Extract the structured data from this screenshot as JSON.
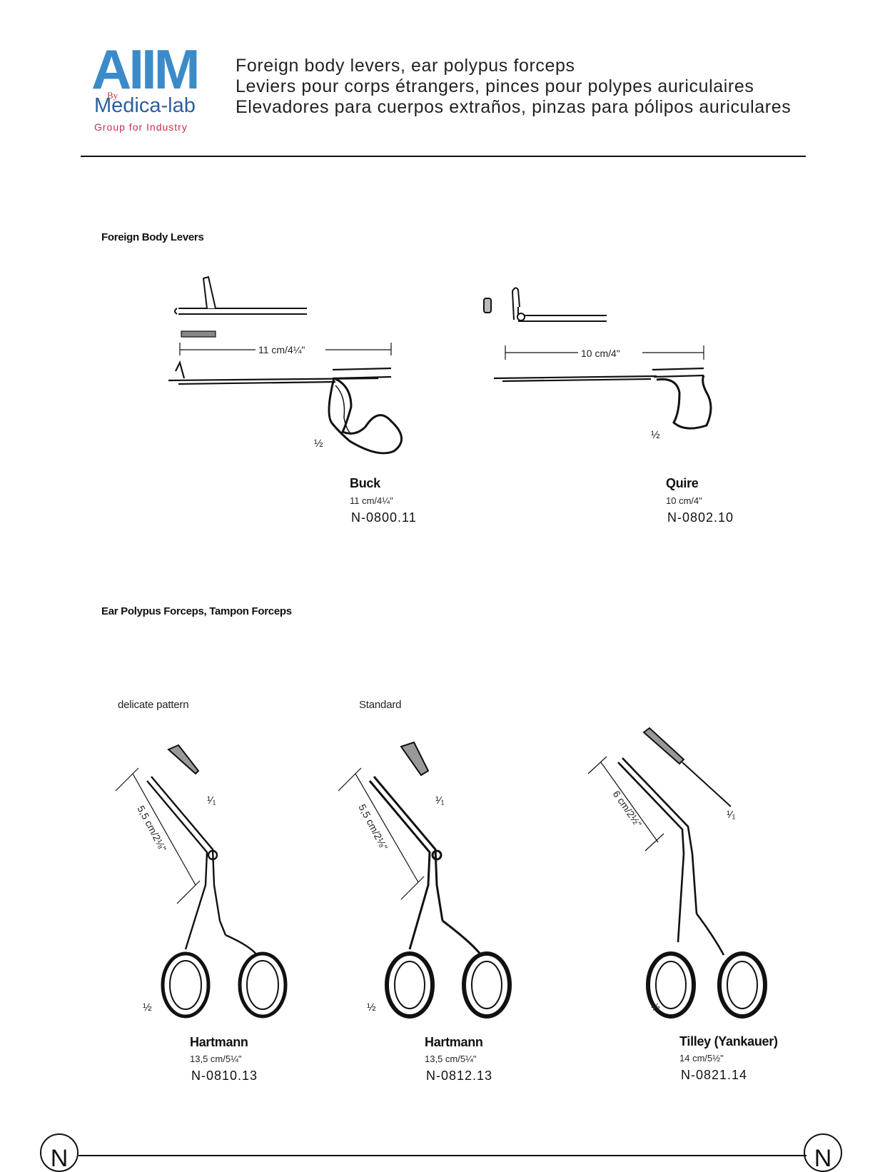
{
  "logo": {
    "brand": "AIIM",
    "by": "By",
    "company": "Medica-lab",
    "tagline": "Group for Industry"
  },
  "header": {
    "title_en": "Foreign body levers, ear polypus forceps",
    "title_fr": "Leviers pour corps étrangers, pinces pour polypes auriculaires",
    "title_es": "Elevadores para cuerpos extraños, pinzas para pólipos auriculares"
  },
  "sections": {
    "levers": {
      "title": "Foreign Body Levers",
      "products": [
        {
          "name": "Buck",
          "size": "11 cm/4¼\"",
          "code": "N-0800.11",
          "dimension": "11 cm/4¼\"",
          "scale": "½"
        },
        {
          "name": "Quire",
          "size": "10 cm/4\"",
          "code": "N-0802.10",
          "dimension": "10 cm/4\"",
          "scale": "½"
        }
      ]
    },
    "forceps": {
      "title": "Ear Polypus Forceps, Tampon Forceps",
      "labels": {
        "delicate": "delicate pattern",
        "standard": "Standard"
      },
      "products": [
        {
          "name": "Hartmann",
          "size": "13,5 cm/5¼\"",
          "code": "N-0810.13",
          "dimension": "5,5 cm/2⅛\"",
          "scale": "½",
          "detail_scale": "¹⁄₁"
        },
        {
          "name": "Hartmann",
          "size": "13,5 cm/5¼\"",
          "code": "N-0812.13",
          "dimension": "5,5 cm/2⅛\"",
          "scale": "½",
          "detail_scale": "¹⁄₁"
        },
        {
          "name": "Tilley (Yankauer)",
          "size": "14 cm/5½\"",
          "code": "N-0821.14",
          "dimension": "6 cm/2½\"",
          "scale": "½",
          "detail_scale": "¹⁄₁"
        }
      ]
    }
  },
  "footer": {
    "left_letter": "N",
    "right_letter": "N"
  }
}
